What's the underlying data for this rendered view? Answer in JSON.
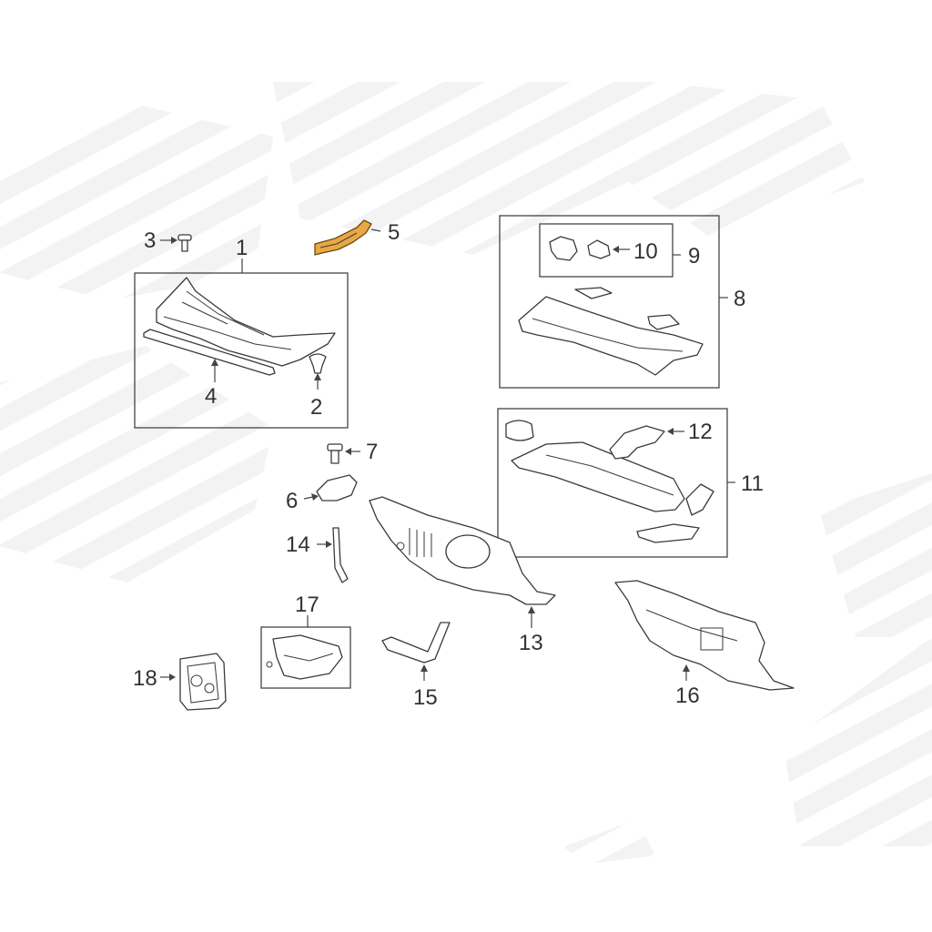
{
  "diagram": {
    "highlight_color": "#e8a845",
    "line_color": "#3a3a3a",
    "callouts": {
      "c1": "1",
      "c2": "2",
      "c3": "3",
      "c4": "4",
      "c5": "5",
      "c6": "6",
      "c7": "7",
      "c8": "8",
      "c9": "9",
      "c10": "10",
      "c11": "11",
      "c12": "12",
      "c13": "13",
      "c14": "14",
      "c15": "15",
      "c16": "16",
      "c17": "17",
      "c18": "18"
    },
    "highlighted_part": "5"
  }
}
